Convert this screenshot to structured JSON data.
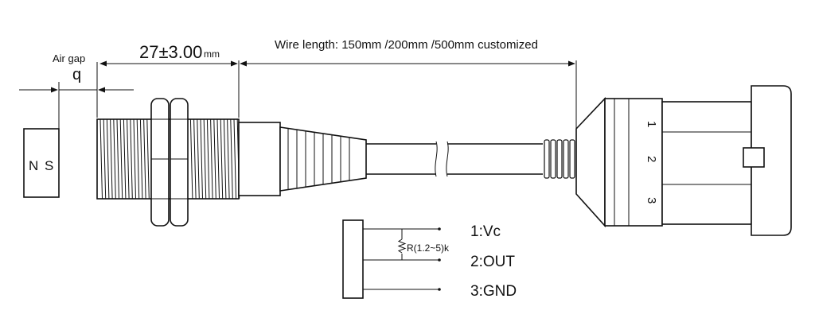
{
  "labels": {
    "air_gap": "Air gap",
    "gap_symbol": "q",
    "length_value": "27±3.00",
    "length_unit": "mm",
    "wire_length": "Wire length: 150mm /200mm /500mm customized",
    "magnet_n": "N",
    "magnet_s": "S",
    "resistor": "R(1.2~5)k",
    "connector_pins": [
      "1",
      "2",
      "3"
    ]
  },
  "pins": [
    {
      "label": "1:Vc"
    },
    {
      "label": "2:OUT"
    },
    {
      "label": "3:GND"
    }
  ],
  "colors": {
    "line": "#111111",
    "background": "#ffffff"
  }
}
